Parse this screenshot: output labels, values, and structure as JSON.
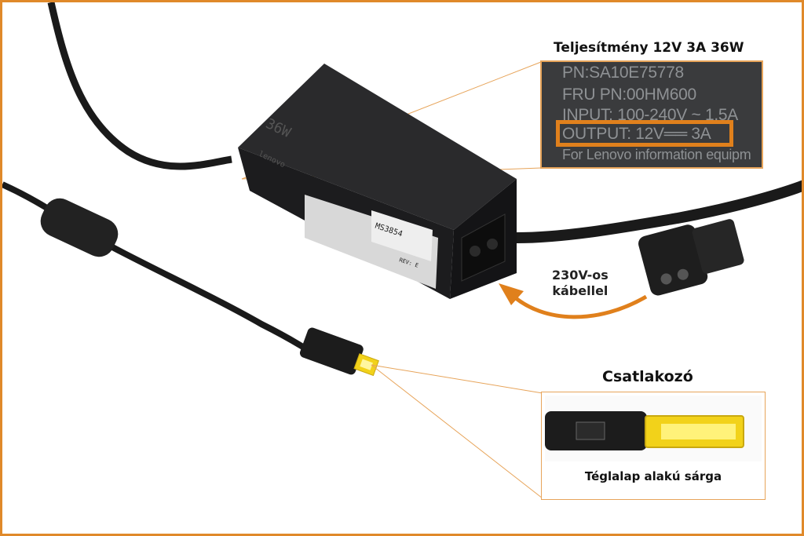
{
  "spec": {
    "title": "Teljesítmény 12V 3A 36W",
    "lines": [
      "PN:SA10E75778",
      "FRU PN:00HM600",
      "INPUT: 100-240V ~ 1.5A",
      "OUTPUT: 12V══ 3A",
      "For Lenovo information equipm"
    ]
  },
  "adapter": {
    "wattage": "36W",
    "brand": "lenovo",
    "label_code": "MS3854",
    "revision": "REV: E"
  },
  "cable_note": {
    "line1": "230V-os",
    "line2": "kábellel"
  },
  "connector": {
    "title": "Csatlakozó",
    "caption": "Téglalap alakú sárga"
  },
  "colors": {
    "accent": "#e0801c",
    "connector_tip": "#f2d21a",
    "adapter": "#1f1f21"
  }
}
